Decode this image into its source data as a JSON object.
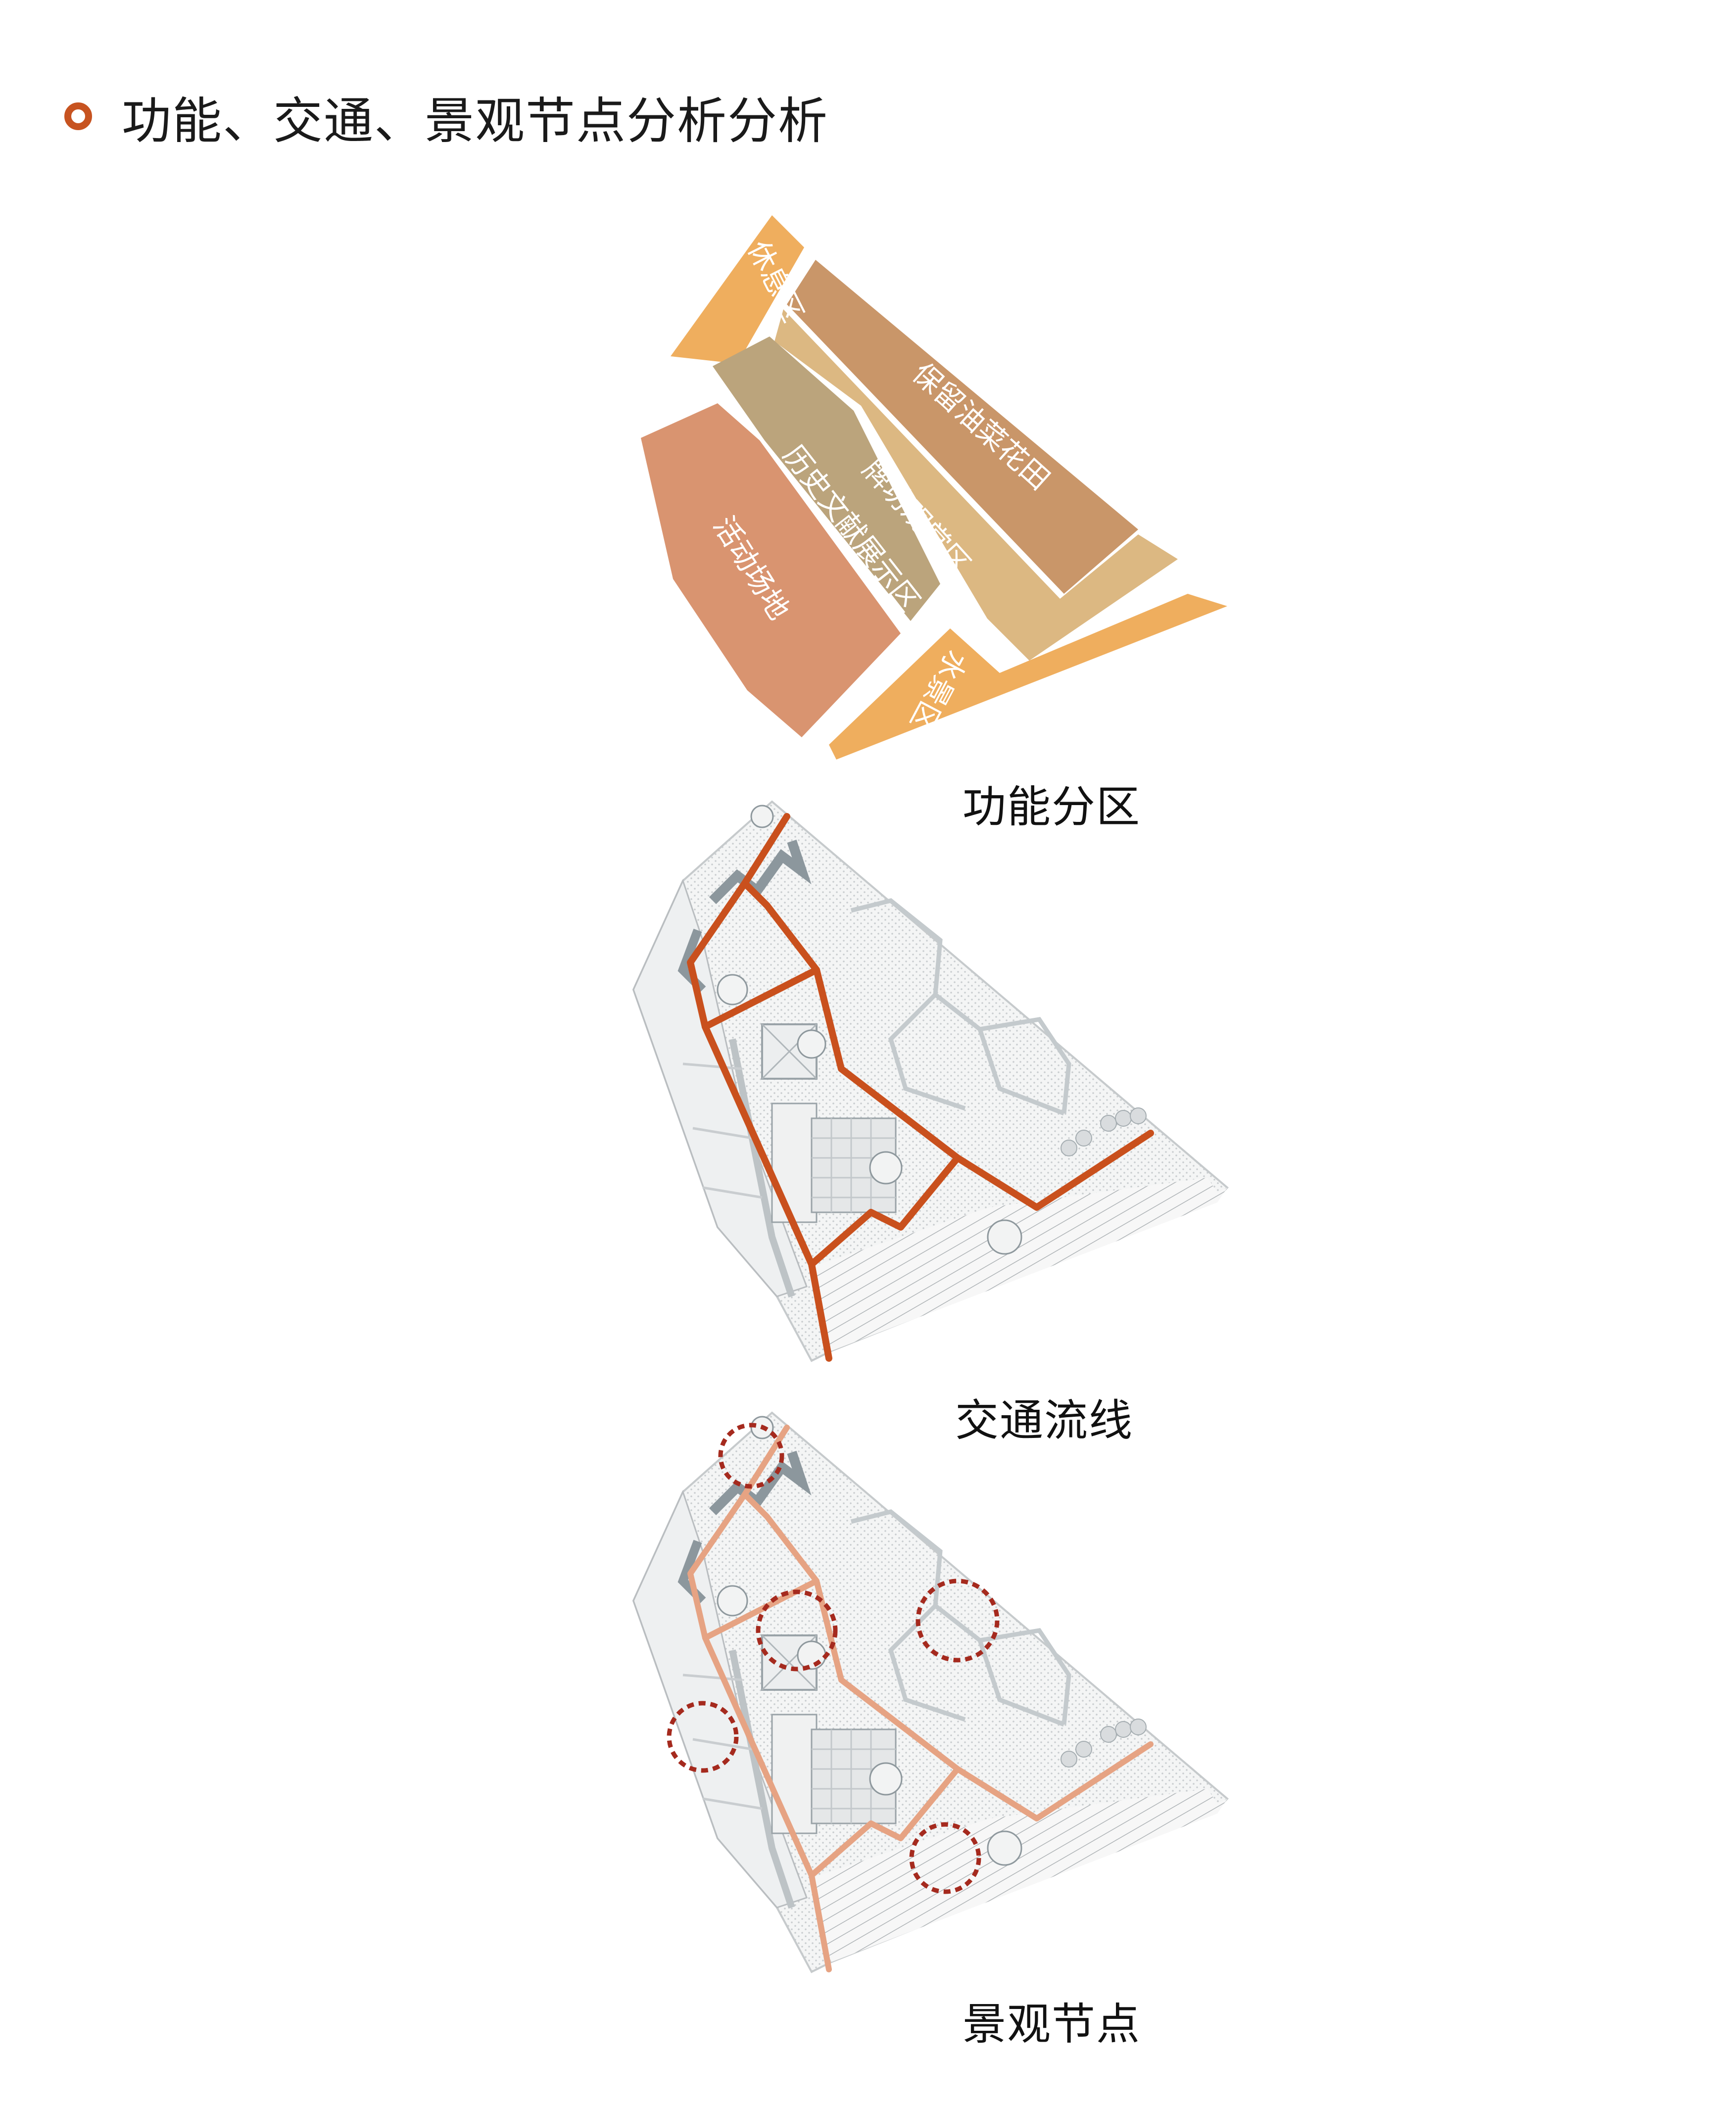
{
  "header": {
    "title": "功能、交通、景观节点分析分析"
  },
  "colors": {
    "accent": "#c75320",
    "route": "#c9501d",
    "route_light": "#e3a07c",
    "node_ring": "#a52a1e"
  },
  "function_map": {
    "caption": "功能分区",
    "zones": [
      {
        "label": "休息区",
        "color": "#efae5e"
      },
      {
        "label": "保留油菜花田",
        "color": "#c99669"
      },
      {
        "label": "牌坊观赏区",
        "color": "#dcb882"
      },
      {
        "label": "历史文献展示区",
        "color": "#bba47c"
      },
      {
        "label": "活动场地",
        "color": "#d99470"
      },
      {
        "label": "水景区",
        "color": "#efae5e"
      }
    ]
  },
  "traffic_map": {
    "caption": "交通流线"
  },
  "landscape_map": {
    "caption": "景观节点"
  }
}
